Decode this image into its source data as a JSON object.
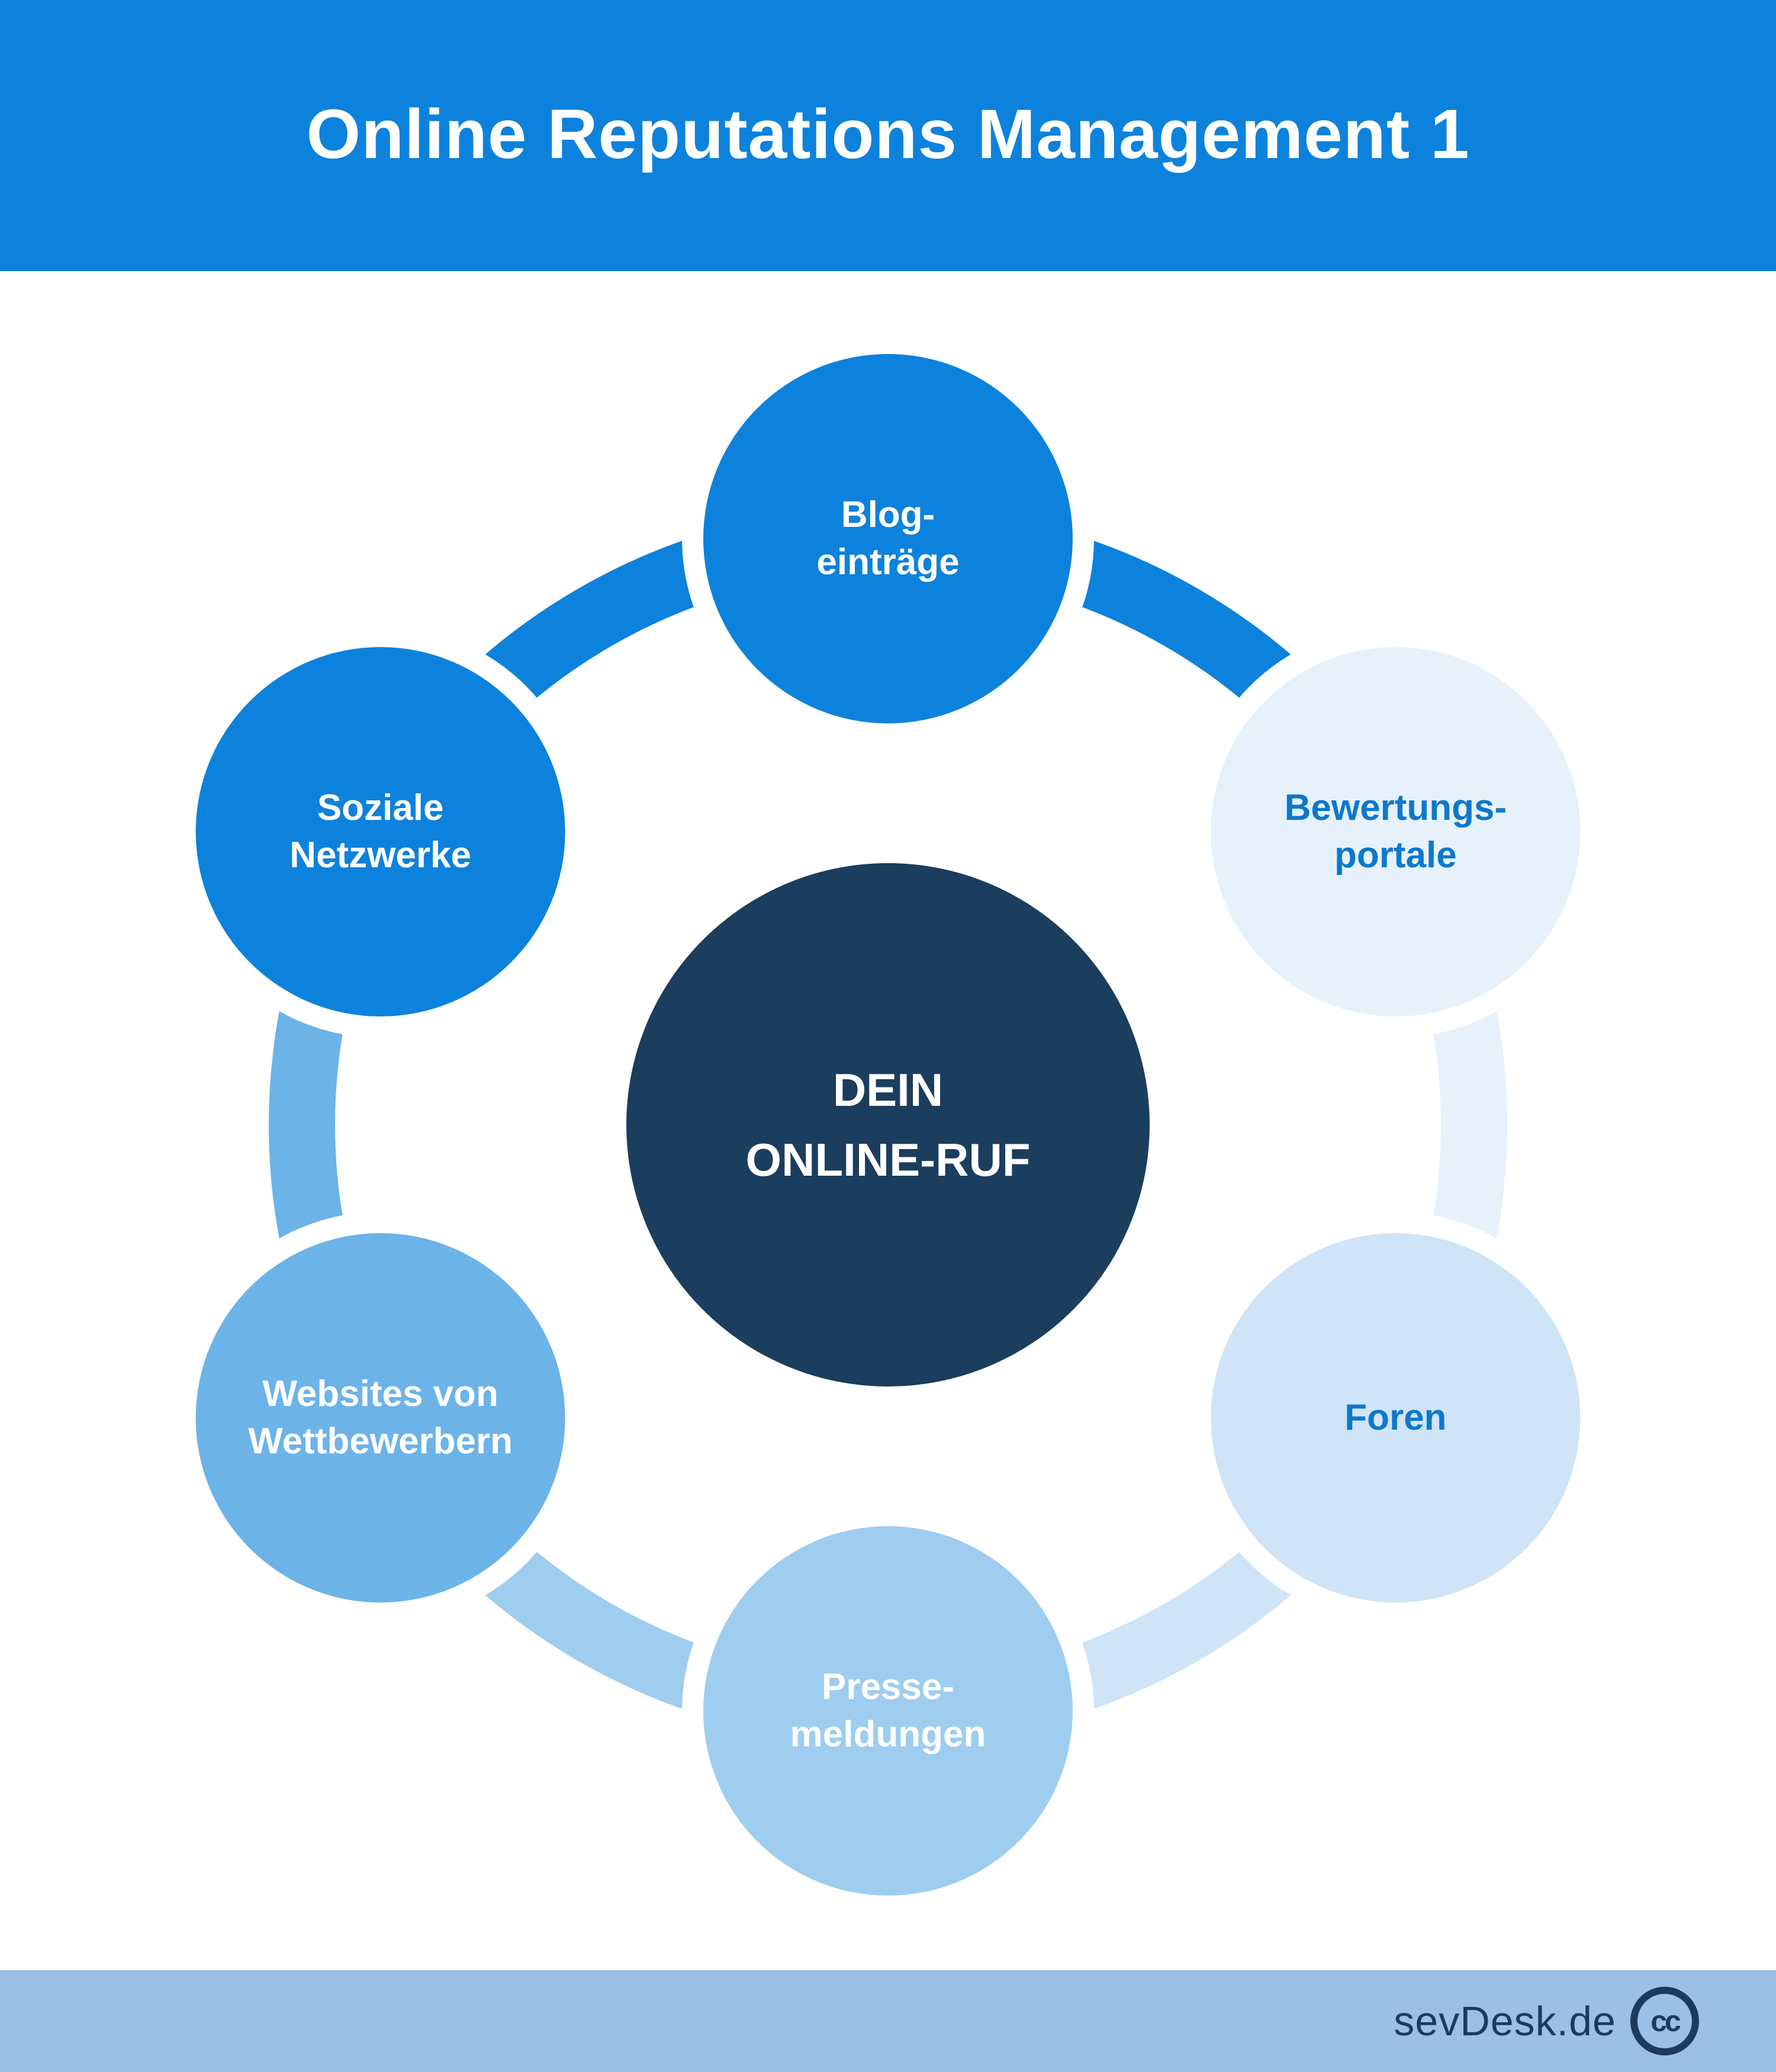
{
  "header": {
    "title": "Online Reputations Management 1"
  },
  "diagram": {
    "center": {
      "label": "DEIN\nONLINE-RUF",
      "color": "#1b3d5e"
    },
    "nodes": [
      {
        "id": "blog",
        "label": "Blog-\neinträge",
        "fill": "#0d82dc",
        "text_color": "#ffffff"
      },
      {
        "id": "bewertungsportale",
        "label": "Bewertungs-\nportale",
        "fill": "#e6f1fb",
        "text_color": "#0d78cc"
      },
      {
        "id": "foren",
        "label": "Foren",
        "fill": "#cfe4f7",
        "text_color": "#0d78cc"
      },
      {
        "id": "pressemeldungen",
        "label": "Presse-\nmeldungen",
        "fill": "#9ecdf0",
        "text_color": "#ffffff"
      },
      {
        "id": "websites",
        "label": "Websites von\nWettbewerbern",
        "fill": "#6cb3e8",
        "text_color": "#ffffff"
      },
      {
        "id": "soziale-netzwerke",
        "label": "Soziale\nNetzwerke",
        "fill": "#0d82dc",
        "text_color": "#ffffff"
      }
    ],
    "ring_segment_colors": [
      "#0d82dc",
      "#e6f1fb",
      "#cfe4f7",
      "#9ecdf0",
      "#6cb3e8",
      "#0d82dc"
    ]
  },
  "footer": {
    "brand": "sevDesk.de",
    "logo_text": "cc",
    "logo_icon": "sevdesk-cc-logo"
  }
}
